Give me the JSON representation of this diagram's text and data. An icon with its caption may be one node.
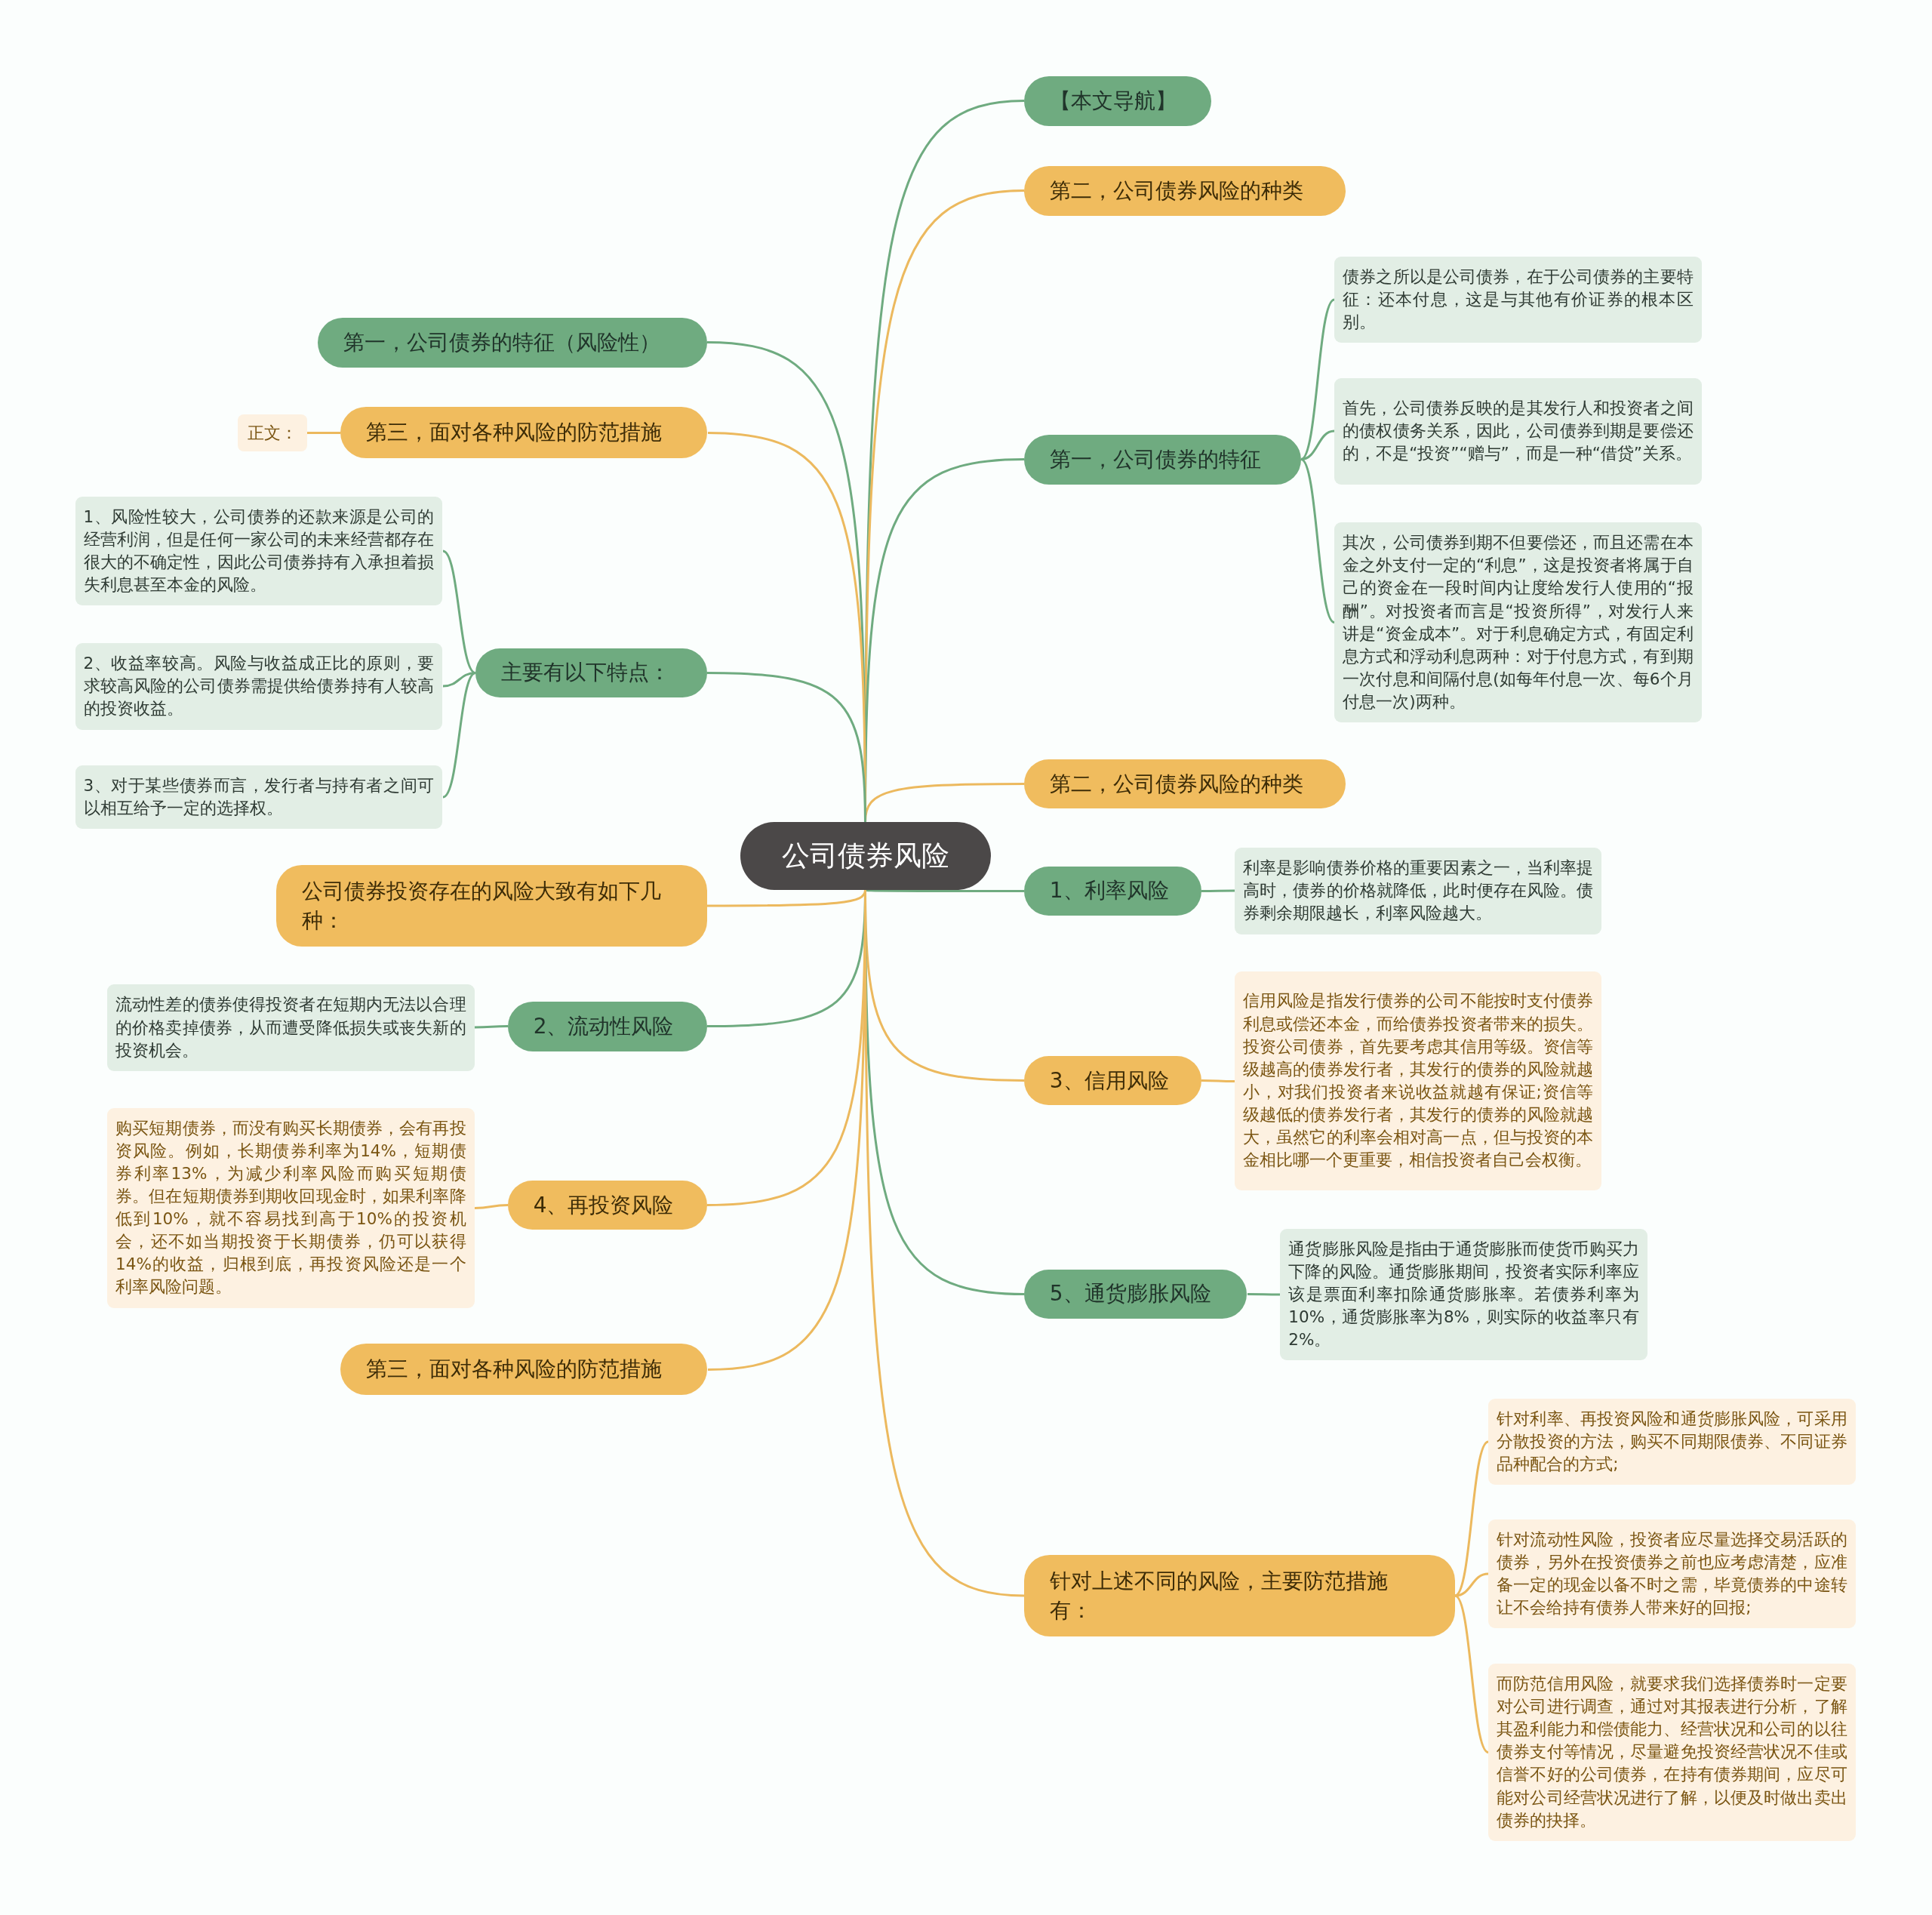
{
  "diagram": {
    "nodes": [
      {
        "text": [
          "公司债券风险"
        ]
      },
      {
        "text": [
          "【本文导航】"
        ]
      },
      {
        "text": [
          "第二，公司债券风险的种类"
        ]
      },
      {
        "text": [
          "第一，公司债券的特征"
        ]
      },
      {
        "text": [
          "债券之所以是公司债券，在于公司债券的主要特征：还本付息，这是与其他有价证券的根本区别。"
        ]
      },
      {
        "text": [
          "首先，公司债券反映的是其发行人和投资者之间的债权债务关系，因此，公司债券到期是要偿还的，不是“投资”“赠与”，而是一种“借贷”关系。"
        ]
      },
      {
        "text": [
          "其次，公司债券到期不但要偿还，而且还需在本金之外支付一定的“利息”，这是投资者将属于自己的资金在一段时间内让度给发行人使用的“报酬”。对投资者而言是“投资所得”，对发行人来讲是“资金成本”。对于利息确定方式，有固定利息方式和浮动利息两种：对于付息方式，有到期一次付息和间隔付息(如每年付息一次、每6个月付息一次)两种。"
        ]
      },
      {
        "text": [
          "第二，公司债券风险的种类"
        ]
      },
      {
        "text": [
          "1、利率风险"
        ]
      },
      {
        "text": [
          "利率是影响债券价格的重要因素之一，当利率提高时，债券的价格就降低，此时便存在风险。债券剩余期限越长，利率风险越大。"
        ]
      },
      {
        "text": [
          "3、信用风险"
        ]
      },
      {
        "text": [
          "信用风险是指发行债券的公司不能按时支付债券利息或偿还本金，而给债券投资者带来的损失。投资公司债券，首先要考虑其信用等级。资信等级越高的债券发行者，其发行的债券的风险就越小，对我们投资者来说收益就越有保证;资信等级越低的债券发行者，其发行的债券的风险就越大，虽然它的利率会相对高一点，但与投资的本金相比哪一个更重要，相信投资者自己会权衡。"
        ]
      },
      {
        "text": [
          "5、通货膨胀风险"
        ]
      },
      {
        "text": [
          "通货膨胀风险是指由于通货膨胀而使货币购买力下降的风险。通货膨胀期间，投资者实际利率应该是票面利率扣除通货膨胀率。若债券利率为10%，通货膨胀率为8%，则实际的收益率只有2%。"
        ]
      },
      {
        "text": [
          "针对上述不同的风险，主要防范措施有："
        ]
      },
      {
        "text": [
          "针对利率、再投资风险和通货膨胀风险，可采用分散投资的方法，购买不同期限债券、不同证券品种配合的方式;"
        ]
      },
      {
        "text": [
          "针对流动性风险，投资者应尽量选择交易活跃的债券，另外在投资债券之前也应考虑清楚，应准备一定的现金以备不时之需，毕竟债券的中途转让不会给持有债券人带来好的回报;"
        ]
      },
      {
        "text": [
          "而防范信用风险，就要求我们选择债券时一定要对公司进行调查，通过对其报表进行分析，了解其盈利能力和偿债能力、经营状况和公司的以往债券支付等情况，尽量避免投资经营状况不佳或信誉不好的公司债券，在持有债券期间，应尽可能对公司经营状况进行了解，以便及时做出卖出债券的抉择。"
        ]
      },
      {
        "text": [
          "第一，公司债券的特征（风险性）"
        ]
      },
      {
        "text": [
          "第三，面对各种风险的防范措施"
        ]
      },
      {
        "text": [
          "正文："
        ]
      },
      {
        "text": [
          "主要有以下特点："
        ]
      },
      {
        "text": [
          "1、风险性较大，公司债券的还款来源是公司的经营利润，但是任何一家公司的未来经营都存在很大的不确定性，因此公司债券持有入承担着损失利息甚至本金的风险。"
        ]
      },
      {
        "text": [
          "2、收益率较高。风险与收益成正比的原则，要求较高风险的公司债券需提供给债券持有人较高的投资收益。"
        ]
      },
      {
        "text": [
          "3、对于某些债券而言，发行者与持有者之间可以相互给予一定的选择权。"
        ]
      },
      {
        "text": [
          "公司债券投资存在的风险大致有如下几种："
        ]
      },
      {
        "text": [
          "2、流动性风险"
        ]
      },
      {
        "text": [
          "流动性差的债券使得投资者在短期内无法以合理的价格卖掉债券，从而遭受降低损失或丧失新的投资机会。"
        ]
      },
      {
        "text": [
          "4、再投资风险"
        ]
      },
      {
        "text": [
          "购买短期债券，而没有购买长期债券，会有再投资风险。例如，长期债券利率为14%，短期债券利率13%，为减少利率风险而购买短期债券。但在短期债券到期收回现金时，如果利率降低到10%，就不容易找到高于10%的投资机会，还不如当期投资于长期债券，仍可以获得14%的收益，归根到底，再投资风险还是一个利率风险问题。"
        ]
      },
      {
        "text": [
          "第三，面对各种风险的防范措施"
        ]
      }
    ],
    "edges": [
      {
        "from": 0,
        "to": 1,
        "arrow": "none"
      },
      {
        "from": 0,
        "to": 2,
        "arrow": "none",
        "color": "#ecb95e"
      },
      {
        "from": 0,
        "to": 3,
        "arrow": "none"
      },
      {
        "from": 3,
        "to": 4,
        "arrow": "none"
      },
      {
        "from": 3,
        "to": 5,
        "arrow": "none"
      },
      {
        "from": 3,
        "to": 6,
        "arrow": "none"
      },
      {
        "from": 0,
        "to": 7,
        "arrow": "none",
        "color": "#ecb95e"
      },
      {
        "from": 0,
        "to": 8,
        "arrow": "none"
      },
      {
        "from": 8,
        "to": 9,
        "arrow": "none"
      },
      {
        "from": 0,
        "to": 10,
        "arrow": "none",
        "color": "#ecb95e"
      },
      {
        "from": 10,
        "to": 11,
        "arrow": "none",
        "color": "#ecb95e"
      },
      {
        "from": 0,
        "to": 12,
        "arrow": "none"
      },
      {
        "from": 12,
        "to": 13,
        "arrow": "none"
      },
      {
        "from": 0,
        "to": 14,
        "arrow": "none",
        "color": "#ecb95e"
      },
      {
        "from": 14,
        "to": 15,
        "arrow": "none",
        "color": "#ecb95e"
      },
      {
        "from": 14,
        "to": 16,
        "arrow": "none",
        "color": "#ecb95e"
      },
      {
        "from": 14,
        "to": 17,
        "arrow": "none",
        "color": "#ecb95e"
      },
      {
        "from": 0,
        "to": 18,
        "arrow": "none"
      },
      {
        "from": 0,
        "to": 19,
        "arrow": "none",
        "color": "#ecb95e"
      },
      {
        "from": 19,
        "to": 20,
        "arrow": "none",
        "color": "#ecb95e"
      },
      {
        "from": 0,
        "to": 21,
        "arrow": "none"
      },
      {
        "from": 21,
        "to": 22,
        "arrow": "none"
      },
      {
        "from": 21,
        "to": 23,
        "arrow": "none"
      },
      {
        "from": 21,
        "to": 24,
        "arrow": "none"
      },
      {
        "from": 0,
        "to": 25,
        "arrow": "none",
        "color": "#ecb95e"
      },
      {
        "from": 0,
        "to": 26,
        "arrow": "none"
      },
      {
        "from": 26,
        "to": 27,
        "arrow": "none"
      },
      {
        "from": 0,
        "to": 28,
        "arrow": "none",
        "color": "#ecb95e"
      },
      {
        "from": 28,
        "to": 29,
        "arrow": "none",
        "color": "#ecb95e"
      },
      {
        "from": 0,
        "to": 30,
        "arrow": "none",
        "color": "#ecb95e"
      }
    ]
  }
}
